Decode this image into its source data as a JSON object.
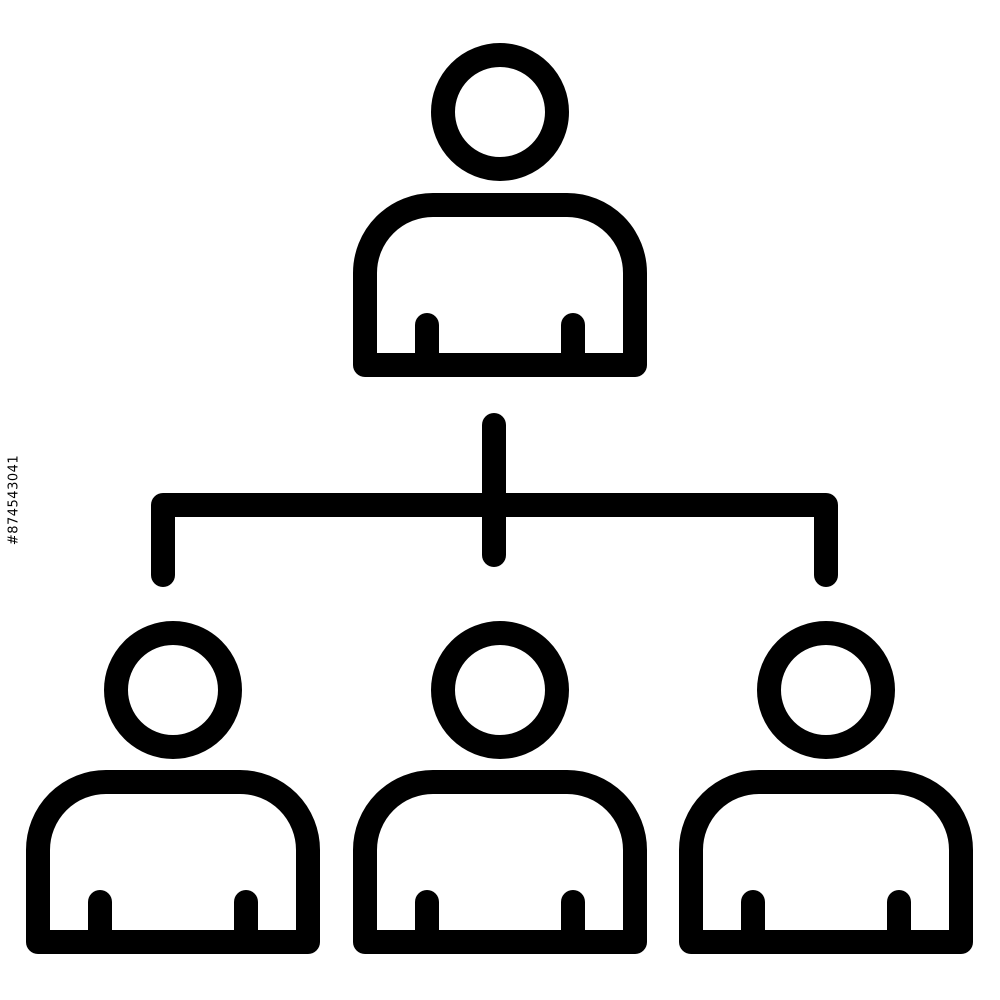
{
  "icon": {
    "name": "org-chart-icon",
    "stroke_color": "#000000",
    "background": "#ffffff",
    "nodes": [
      {
        "id": "manager",
        "role": "top"
      },
      {
        "id": "member-left",
        "role": "bottom"
      },
      {
        "id": "member-center",
        "role": "bottom"
      },
      {
        "id": "member-right",
        "role": "bottom"
      }
    ]
  },
  "watermark": {
    "stock_id": "#874543041"
  }
}
